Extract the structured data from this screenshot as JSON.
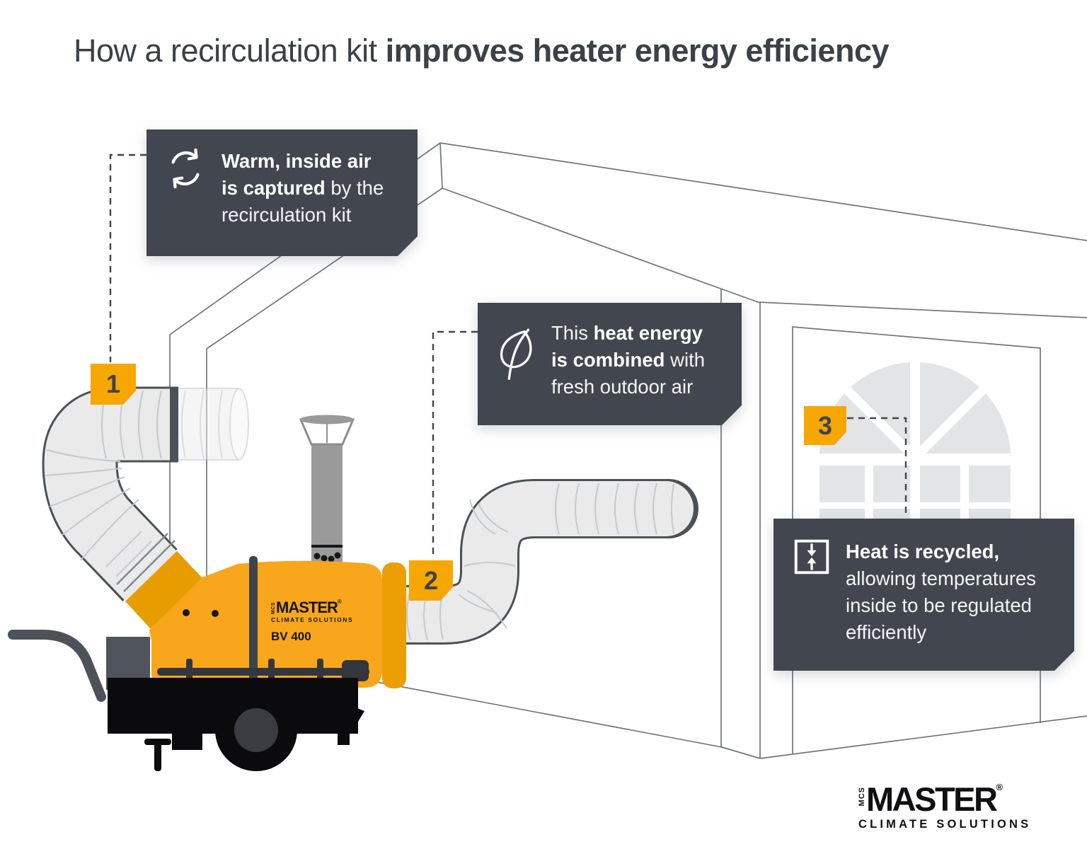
{
  "title": {
    "light": "How a recirculation kit ",
    "bold": "improves heater energy efficiency"
  },
  "badges": {
    "b1": "1",
    "b2": "2",
    "b3": "3"
  },
  "callout1": {
    "icon": "recirculation-arrows-icon",
    "line1_bold": "Warm, inside air",
    "line2_bold": "is captured",
    "line2_light": " by the",
    "line3_light": "recirculation kit"
  },
  "callout2": {
    "icon": "leaf-icon",
    "line1_light": "This ",
    "line1_bold": "heat energy",
    "line2_bold": "is combined",
    "line2_light": " with",
    "line3_light": "fresh outdoor air"
  },
  "callout3": {
    "icon": "heat-exchange-icon",
    "line1_bold": "Heat is recycled,",
    "line2_light": "allowing temperatures",
    "line3_light": "inside to be regulated",
    "line4_light": "efficiently"
  },
  "heater": {
    "brand_prefix": "MCS",
    "brand": "MASTER",
    "reg": "®",
    "brand_sub": "CLIMATE SOLUTIONS",
    "model": "BV 400"
  },
  "footer_logo": {
    "prefix": "MCS",
    "brand": "MASTER",
    "reg": "®",
    "sub": "CLIMATE SOLUTIONS"
  },
  "colors": {
    "accent_yellow": "#f7a701",
    "panel_dark": "#42464e",
    "heater_yellow": "#f8a61b",
    "heater_collar": "#e79d00",
    "duct_fill": "#eaeaea",
    "duct_outline": "#4c5157",
    "building_line": "#70757b",
    "window_gray": "#e3e4e6"
  }
}
